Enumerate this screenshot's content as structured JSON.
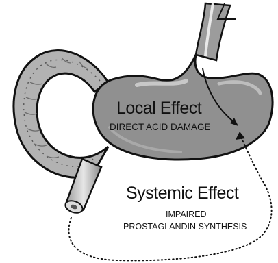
{
  "local_effect": {
    "title": "Local Effect",
    "subtitle": "DIRECT ACID DAMAGE"
  },
  "systemic_effect": {
    "title": "Systemic Effect",
    "subtitle_line1": "IMPAIRED",
    "subtitle_line2": "PROSTAGLANDIN SYNTHESIS"
  },
  "colors": {
    "stomach_fill": "#8f8f8f",
    "stomach_highlight": "#c4c4c4",
    "duodenum_fill": "#b5b5b5",
    "outline": "#111111"
  }
}
